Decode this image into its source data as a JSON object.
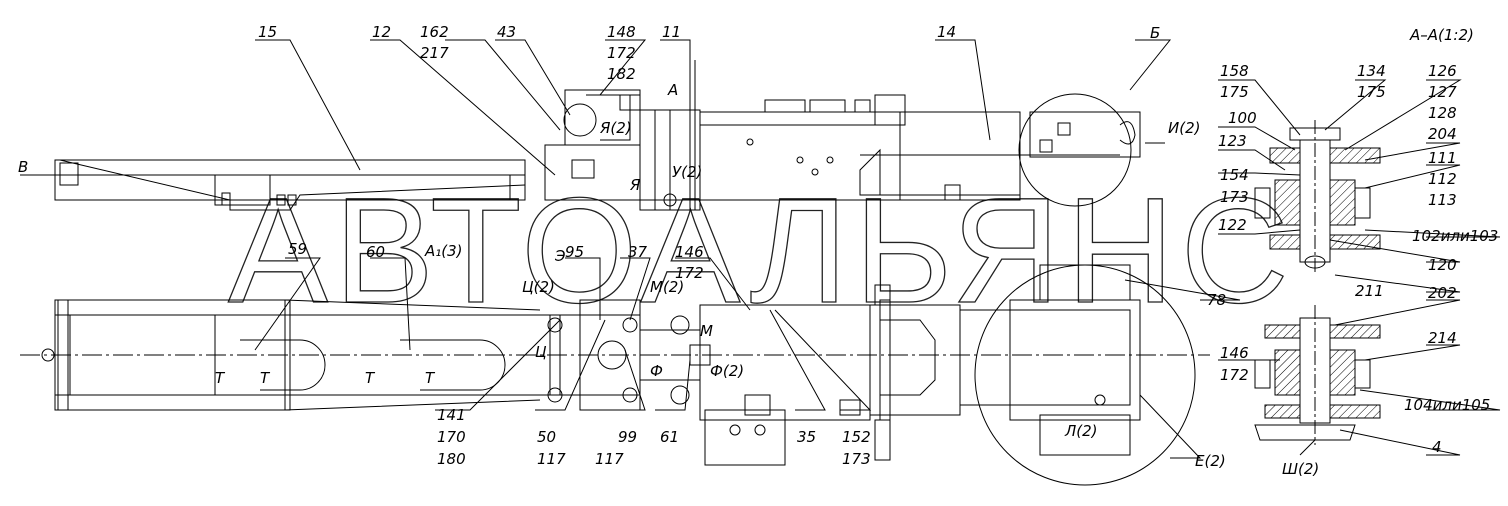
{
  "watermark": "АВТОАЛЬЯНС",
  "section_titles": {
    "section_a": "А–А(1:2)",
    "view_b": "Б",
    "view_e": "Е(2)",
    "view_sh": "Ш(2)",
    "view_i": "И(2)",
    "view_a1": "А₁(3)",
    "view_ya": "Я(2)",
    "view_ya2": "Я",
    "view_u": "У(2)",
    "view_ts": "Ц(2)",
    "view_ts2": "Ц",
    "view_m": "М(2)",
    "view_m2": "М",
    "view_f": "Ф(2)",
    "view_f2": "Ф",
    "view_l": "Л(2)",
    "view_v": "В",
    "view_a": "А",
    "view_e2": "Э",
    "t1": "Т",
    "t2": "Т",
    "t3": "Т",
    "t4": "Т"
  },
  "callouts": [
    "15",
    "12",
    "162",
    "217",
    "43",
    "148",
    "172",
    "182",
    "11",
    "14",
    "158",
    "175",
    "134",
    "175",
    "126",
    "127",
    "128",
    "100",
    "123",
    "204",
    "154",
    "173",
    "111",
    "112",
    "113",
    "122",
    "102или103",
    "120",
    "211",
    "59",
    "60",
    "95",
    "37",
    "146",
    "172",
    "78",
    "202",
    "146",
    "172",
    "214",
    "104или105",
    "4",
    "141",
    "170",
    "180",
    "50",
    "117",
    "99",
    "117",
    "61",
    "35",
    "152",
    "173"
  ]
}
